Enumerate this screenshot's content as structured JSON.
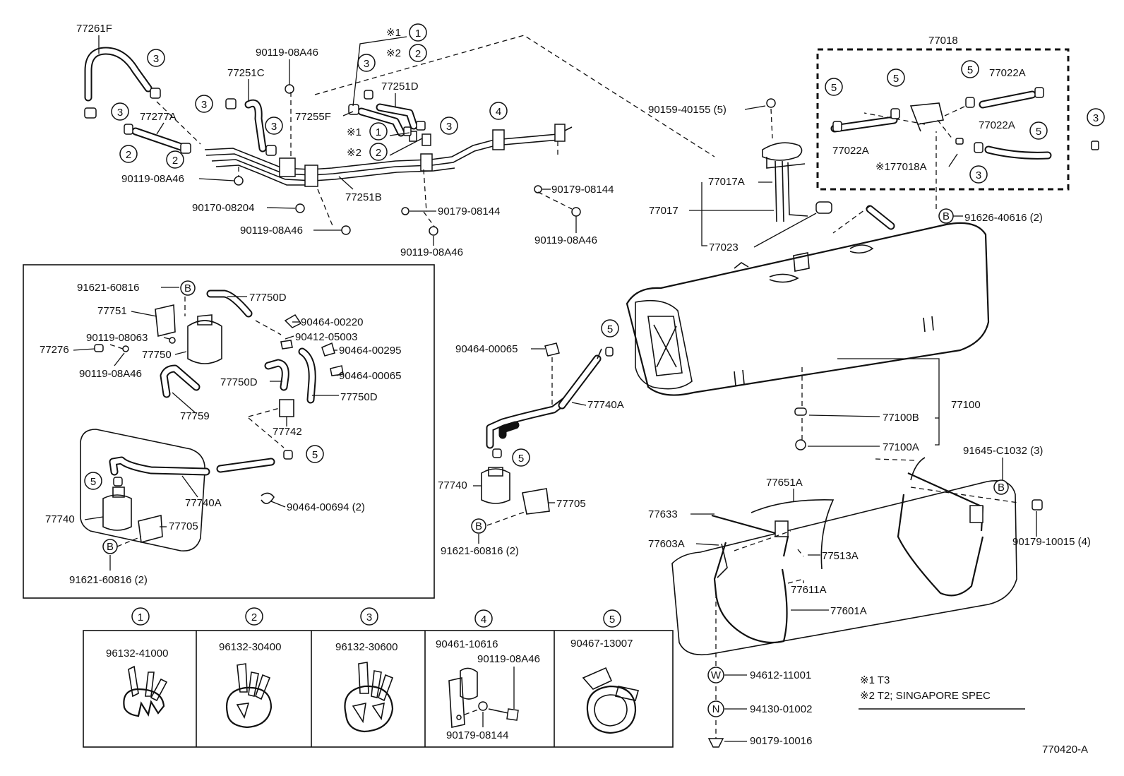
{
  "labels": {
    "p77261F": "77261F",
    "p77277A": "77277A",
    "p77251C": "77251C",
    "p77251D": "77251D",
    "p77255F": "77255F",
    "p77251B": "77251B",
    "p90119_top": "90119-08A46",
    "p90119_left": "90119-08A46",
    "p90170": "90170-08204",
    "p90119_mid": "90119-08A46",
    "p90179_mid": "90179-08144",
    "p90119_mid2": "90119-08A46",
    "p90179_right": "90179-08144",
    "p90119_right": "90119-08A46",
    "p77018": "77018",
    "p77022A_top": "77022A",
    "p77022A_mid": "77022A",
    "p77022A_left": "77022A",
    "p177018A": "※177018A",
    "p90159": "90159-40155 (5)",
    "p77017A": "77017A",
    "p77017": "77017",
    "p77023": "77023",
    "p91626": "91626-40616 (2)",
    "box_91621_top": "91621-60816",
    "box_77750D_top": "77750D",
    "box_77751": "77751",
    "box_90464_220": "90464-00220",
    "box_90412": "90412-05003",
    "box_90119_063": "90119-08063",
    "box_77276": "77276",
    "box_90464_295": "90464-00295",
    "box_90119_bot": "90119-08A46",
    "box_77750": "77750",
    "box_90464_065": "90464-00065",
    "box_77750D_mid": "77750D",
    "box_77750D_right": "77750D",
    "box_77759": "77759",
    "box_77742": "77742",
    "box_77740A": "77740A",
    "box_90464_694": "90464-00694 (2)",
    "box_77740": "77740",
    "box_77705": "77705",
    "box_91621_bot": "91621-60816 (2)",
    "mid_90464_065": "90464-00065",
    "mid_77740A": "77740A",
    "mid_77740": "77740",
    "mid_77705": "77705",
    "mid_91621": "91621-60816 (2)",
    "p77100B": "77100B",
    "p77100A": "77100A",
    "p77100": "77100",
    "p91645": "91645-C1032 (3)",
    "p77651A": "77651A",
    "p77633": "77633",
    "p77603A": "77603A",
    "p77513A": "77513A",
    "p77611A": "77611A",
    "p77601A": "77601A",
    "p90179_10015": "90179-10015 (4)",
    "p94612": "94612-11001",
    "p94130": "94130-01002",
    "p90179_10016": "90179-10016",
    "note1": "※1  T3",
    "note2": "※2  T2; SINGAPORE SPEC",
    "diagram_code": "770420-A",
    "t3_mark": "※1",
    "t2_mark": "※2",
    "t3_mark_b": "※1",
    "t2_mark_b": "※2"
  },
  "callouts": {
    "one": "1",
    "two": "2",
    "three": "3",
    "four": "4",
    "five": "5",
    "B": "B",
    "W": "W",
    "N": "N"
  },
  "legend": {
    "headers": [
      "1",
      "2",
      "3",
      "4",
      "5"
    ],
    "c1_part": "96132-41000",
    "c2_part": "96132-30400",
    "c3_part": "96132-30600",
    "c4_part_a": "90461-10616",
    "c4_part_b": "90119-08A46",
    "c4_part_c": "90179-08144",
    "c5_part": "90467-13007"
  }
}
